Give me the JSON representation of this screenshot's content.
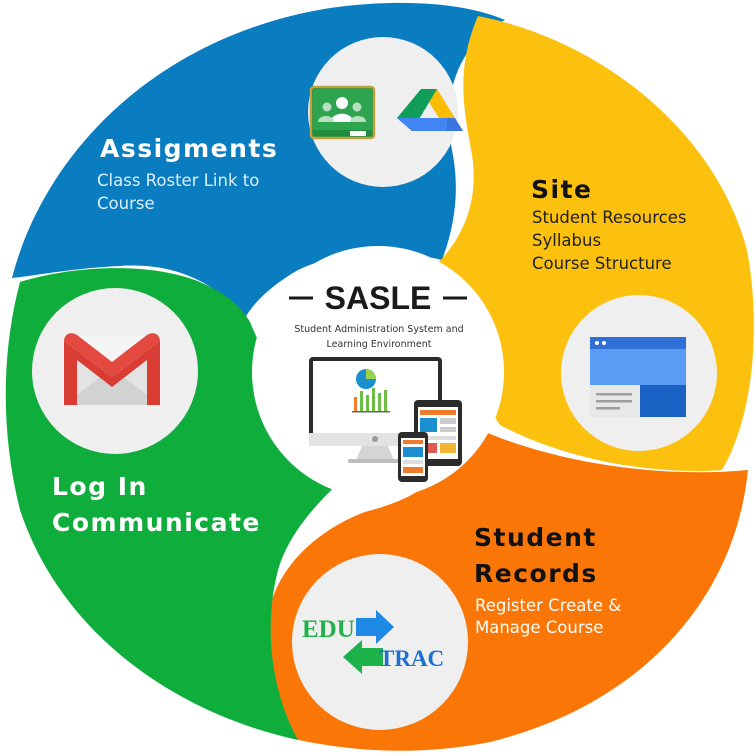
{
  "center": {
    "title": "SASLE",
    "subtitle_line1": "Student Administration System and",
    "subtitle_line2": "Learning Environment"
  },
  "segments": [
    {
      "id": "assignments",
      "color": "#0a7dc0",
      "title_lines": [
        "Assigments"
      ],
      "desc_lines": [
        "Class Roster Link to",
        "Course"
      ],
      "icons": [
        "google-classroom-icon",
        "google-drive-icon"
      ]
    },
    {
      "id": "site",
      "color": "#fcc10e",
      "title_lines": [
        "Site"
      ],
      "desc_lines": [
        "Student Resources",
        "Syllabus",
        "Course Structure"
      ],
      "icons": [
        "google-sites-icon"
      ]
    },
    {
      "id": "student-records",
      "color": "#f97607",
      "title_lines": [
        "Student",
        "Records"
      ],
      "desc_lines": [
        "Register Create &",
        "Manage Course"
      ],
      "icons": [
        "edutrac-logo-icon"
      ]
    },
    {
      "id": "log-in",
      "color": "#0fae3c",
      "title_lines": [
        "Log In",
        "Communicate"
      ],
      "desc_lines": [],
      "icons": [
        "gmail-icon"
      ]
    }
  ],
  "edutrac_logo": {
    "part1": "EDU",
    "part2": "TRAC"
  },
  "colors": {
    "blue": "#0a7dc0",
    "yellow": "#fcc10e",
    "orange": "#f97607",
    "green": "#0fae3c",
    "icon_circle": "#efefef"
  }
}
